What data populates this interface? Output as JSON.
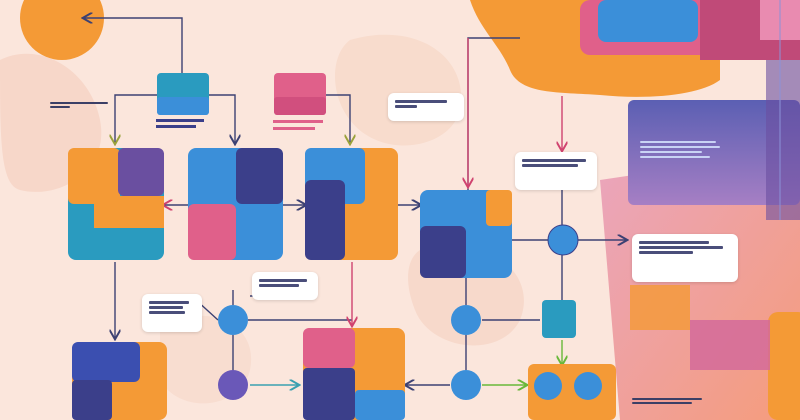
{
  "diagram": {
    "colors": {
      "background": "#fbe6dc",
      "navy": "#3b3f8a",
      "blue": "#3b8fd9",
      "teal": "#2a9bbf",
      "orange": "#f49a36",
      "pink": "#e0608a",
      "purple": "#6a4fa0",
      "connector": "#3c4173",
      "arrow_pink": "#d0436f",
      "arrow_green": "#69b83a",
      "arrow_teal": "#3aa0b0"
    },
    "nodes": [
      {
        "id": "tile-top-left",
        "colors": [
          "orange",
          "purple",
          "teal",
          "orange"
        ]
      },
      {
        "id": "tile-top-center",
        "colors": [
          "blue",
          "navy",
          "pink",
          "blue"
        ]
      },
      {
        "id": "tile-top-mid-right",
        "colors": [
          "blue",
          "orange",
          "navy",
          "orange"
        ]
      },
      {
        "id": "tile-center-right",
        "colors": [
          "blue",
          "orange",
          "navy",
          "blue"
        ]
      },
      {
        "id": "tile-bottom-left",
        "colors": [
          "blue",
          "orange",
          "navy",
          "orange"
        ]
      },
      {
        "id": "tile-bottom-center",
        "colors": [
          "pink",
          "orange",
          "navy",
          "blue"
        ]
      }
    ],
    "callouts": [
      {
        "id": "callout-top-center",
        "lines": 2
      },
      {
        "id": "callout-mid-right",
        "lines": 2
      },
      {
        "id": "callout-right",
        "lines": 3
      },
      {
        "id": "callout-center",
        "lines": 2
      },
      {
        "id": "callout-left",
        "lines": 3
      }
    ]
  }
}
